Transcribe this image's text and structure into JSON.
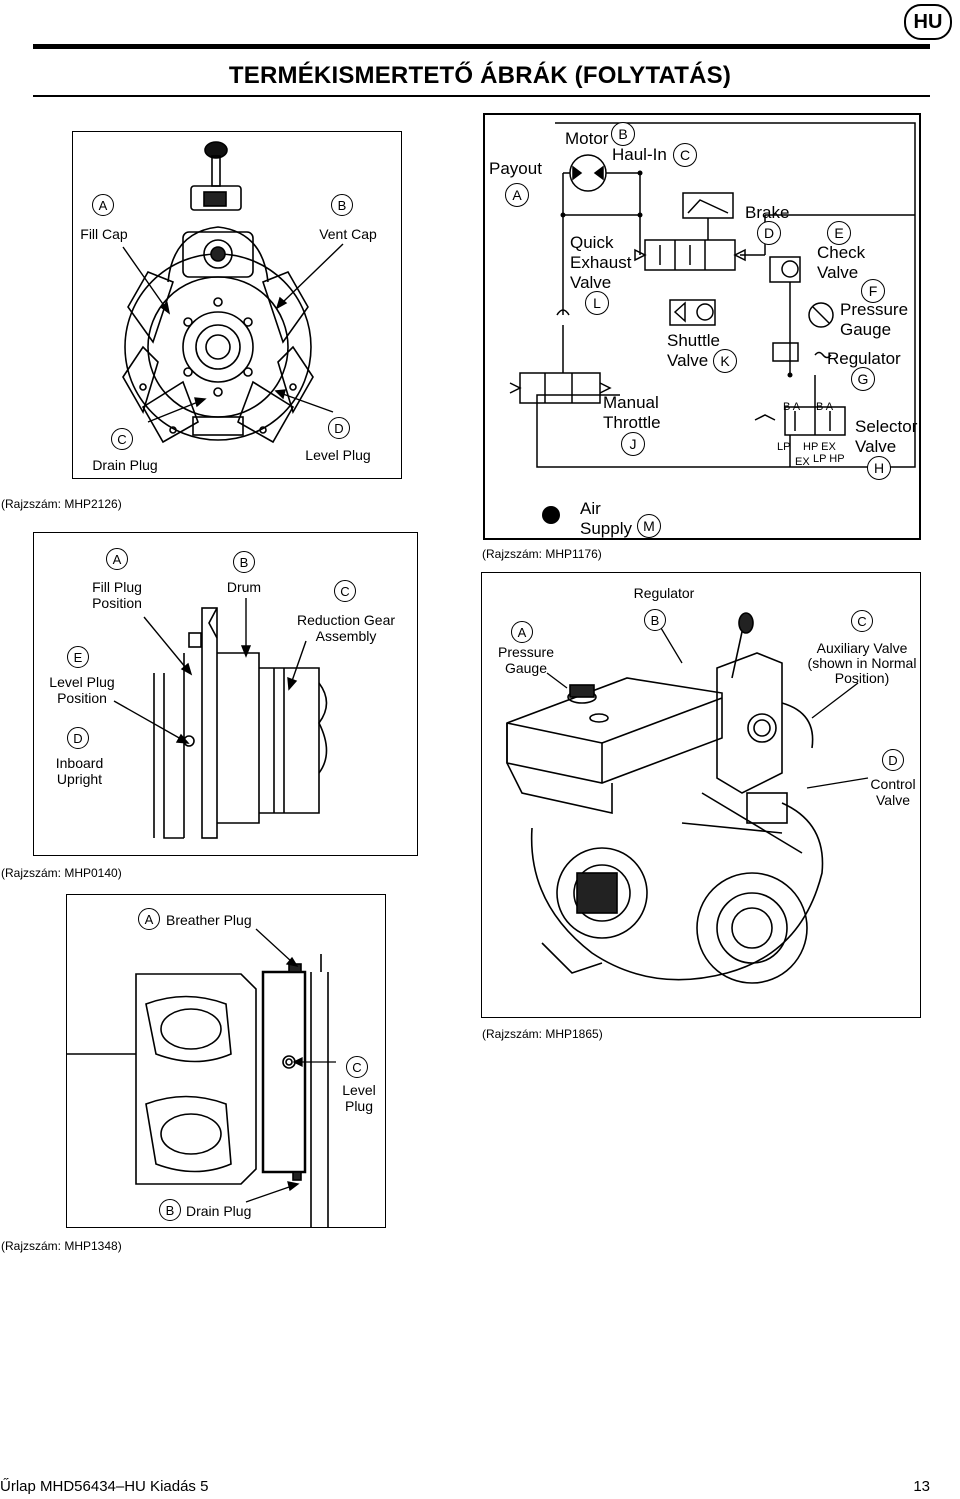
{
  "lang_badge": "HU",
  "page_title": "TERMÉKISMERTETŐ ÁBRÁK (FOLYTATÁS)",
  "fig1": {
    "caption": "(Rajzszám: MHP2126)",
    "labels": [
      {
        "letter": "A",
        "text": "Fill Cap"
      },
      {
        "letter": "B",
        "text": "Vent Cap"
      },
      {
        "letter": "C",
        "text": "Drain Plug"
      },
      {
        "letter": "D",
        "text": "Level Plug"
      }
    ]
  },
  "fig2": {
    "caption": "(Rajzszám: MHP1176)",
    "payout": "Payout",
    "payout_letter": "A",
    "motor": "Motor",
    "motor_letter": "B",
    "haul_in": "Haul-In",
    "haul_in_letter": "C",
    "brake": "Brake",
    "brake_letter": "D",
    "check_valve_1": "Check",
    "check_valve_2": "Valve",
    "check_letter": "E",
    "pressure_gauge_1": "Pressure",
    "pressure_gauge_2": "Gauge",
    "pressure_letter": "F",
    "regulator": "Regulator",
    "regulator_letter": "G",
    "selector_1": "Selector",
    "selector_2": "Valve",
    "selector_letter": "H",
    "manual_1": "Manual",
    "manual_2": "Throttle",
    "manual_letter": "J",
    "shuttle_1": "Shuttle",
    "shuttle_2": "Valve",
    "shuttle_letter": "K",
    "quick_1": "Quick",
    "quick_2": "Exhaust",
    "quick_3": "Valve",
    "quick_letter": "L",
    "air_1": "Air",
    "air_2": "Supply",
    "air_letter": "M",
    "port_ba1": "B  A",
    "port_ba2": "B  A",
    "port_lp": "LP",
    "port_hpex": "HP EX",
    "port_ex": "EX",
    "port_lphp": "LP HP"
  },
  "fig3": {
    "caption": "(Rajzszám: MHP0140)",
    "a_letter": "A",
    "a_text_1": "Fill Plug",
    "a_text_2": "Position",
    "b_letter": "B",
    "b_text": "Drum",
    "c_letter": "C",
    "c_text_1": "Reduction Gear",
    "c_text_2": "Assembly",
    "d_letter": "D",
    "d_text_1": "Inboard",
    "d_text_2": "Upright",
    "e_letter": "E",
    "e_text_1": "Level Plug",
    "e_text_2": "Position"
  },
  "fig4": {
    "caption": "(Rajzszám: MHP1865)",
    "a_letter": "A",
    "a_text_1": "Pressure",
    "a_text_2": "Gauge",
    "b_letter": "B",
    "b_text": "Regulator",
    "c_letter": "C",
    "c_text_1": "Auxiliary Valve",
    "c_text_2": "(shown in Normal",
    "c_text_3": "Position)",
    "d_letter": "D",
    "d_text_1": "Control",
    "d_text_2": "Valve"
  },
  "fig5": {
    "caption": "(Rajzszám: MHP1348)",
    "a_letter": "A",
    "a_text": "Breather Plug",
    "b_letter": "B",
    "b_text": "Drain Plug",
    "c_letter": "C",
    "c_text_1": "Level",
    "c_text_2": "Plug"
  },
  "footer": {
    "form": "Űrlap MHD56434–HU  Kiadás 5",
    "page": "13"
  }
}
